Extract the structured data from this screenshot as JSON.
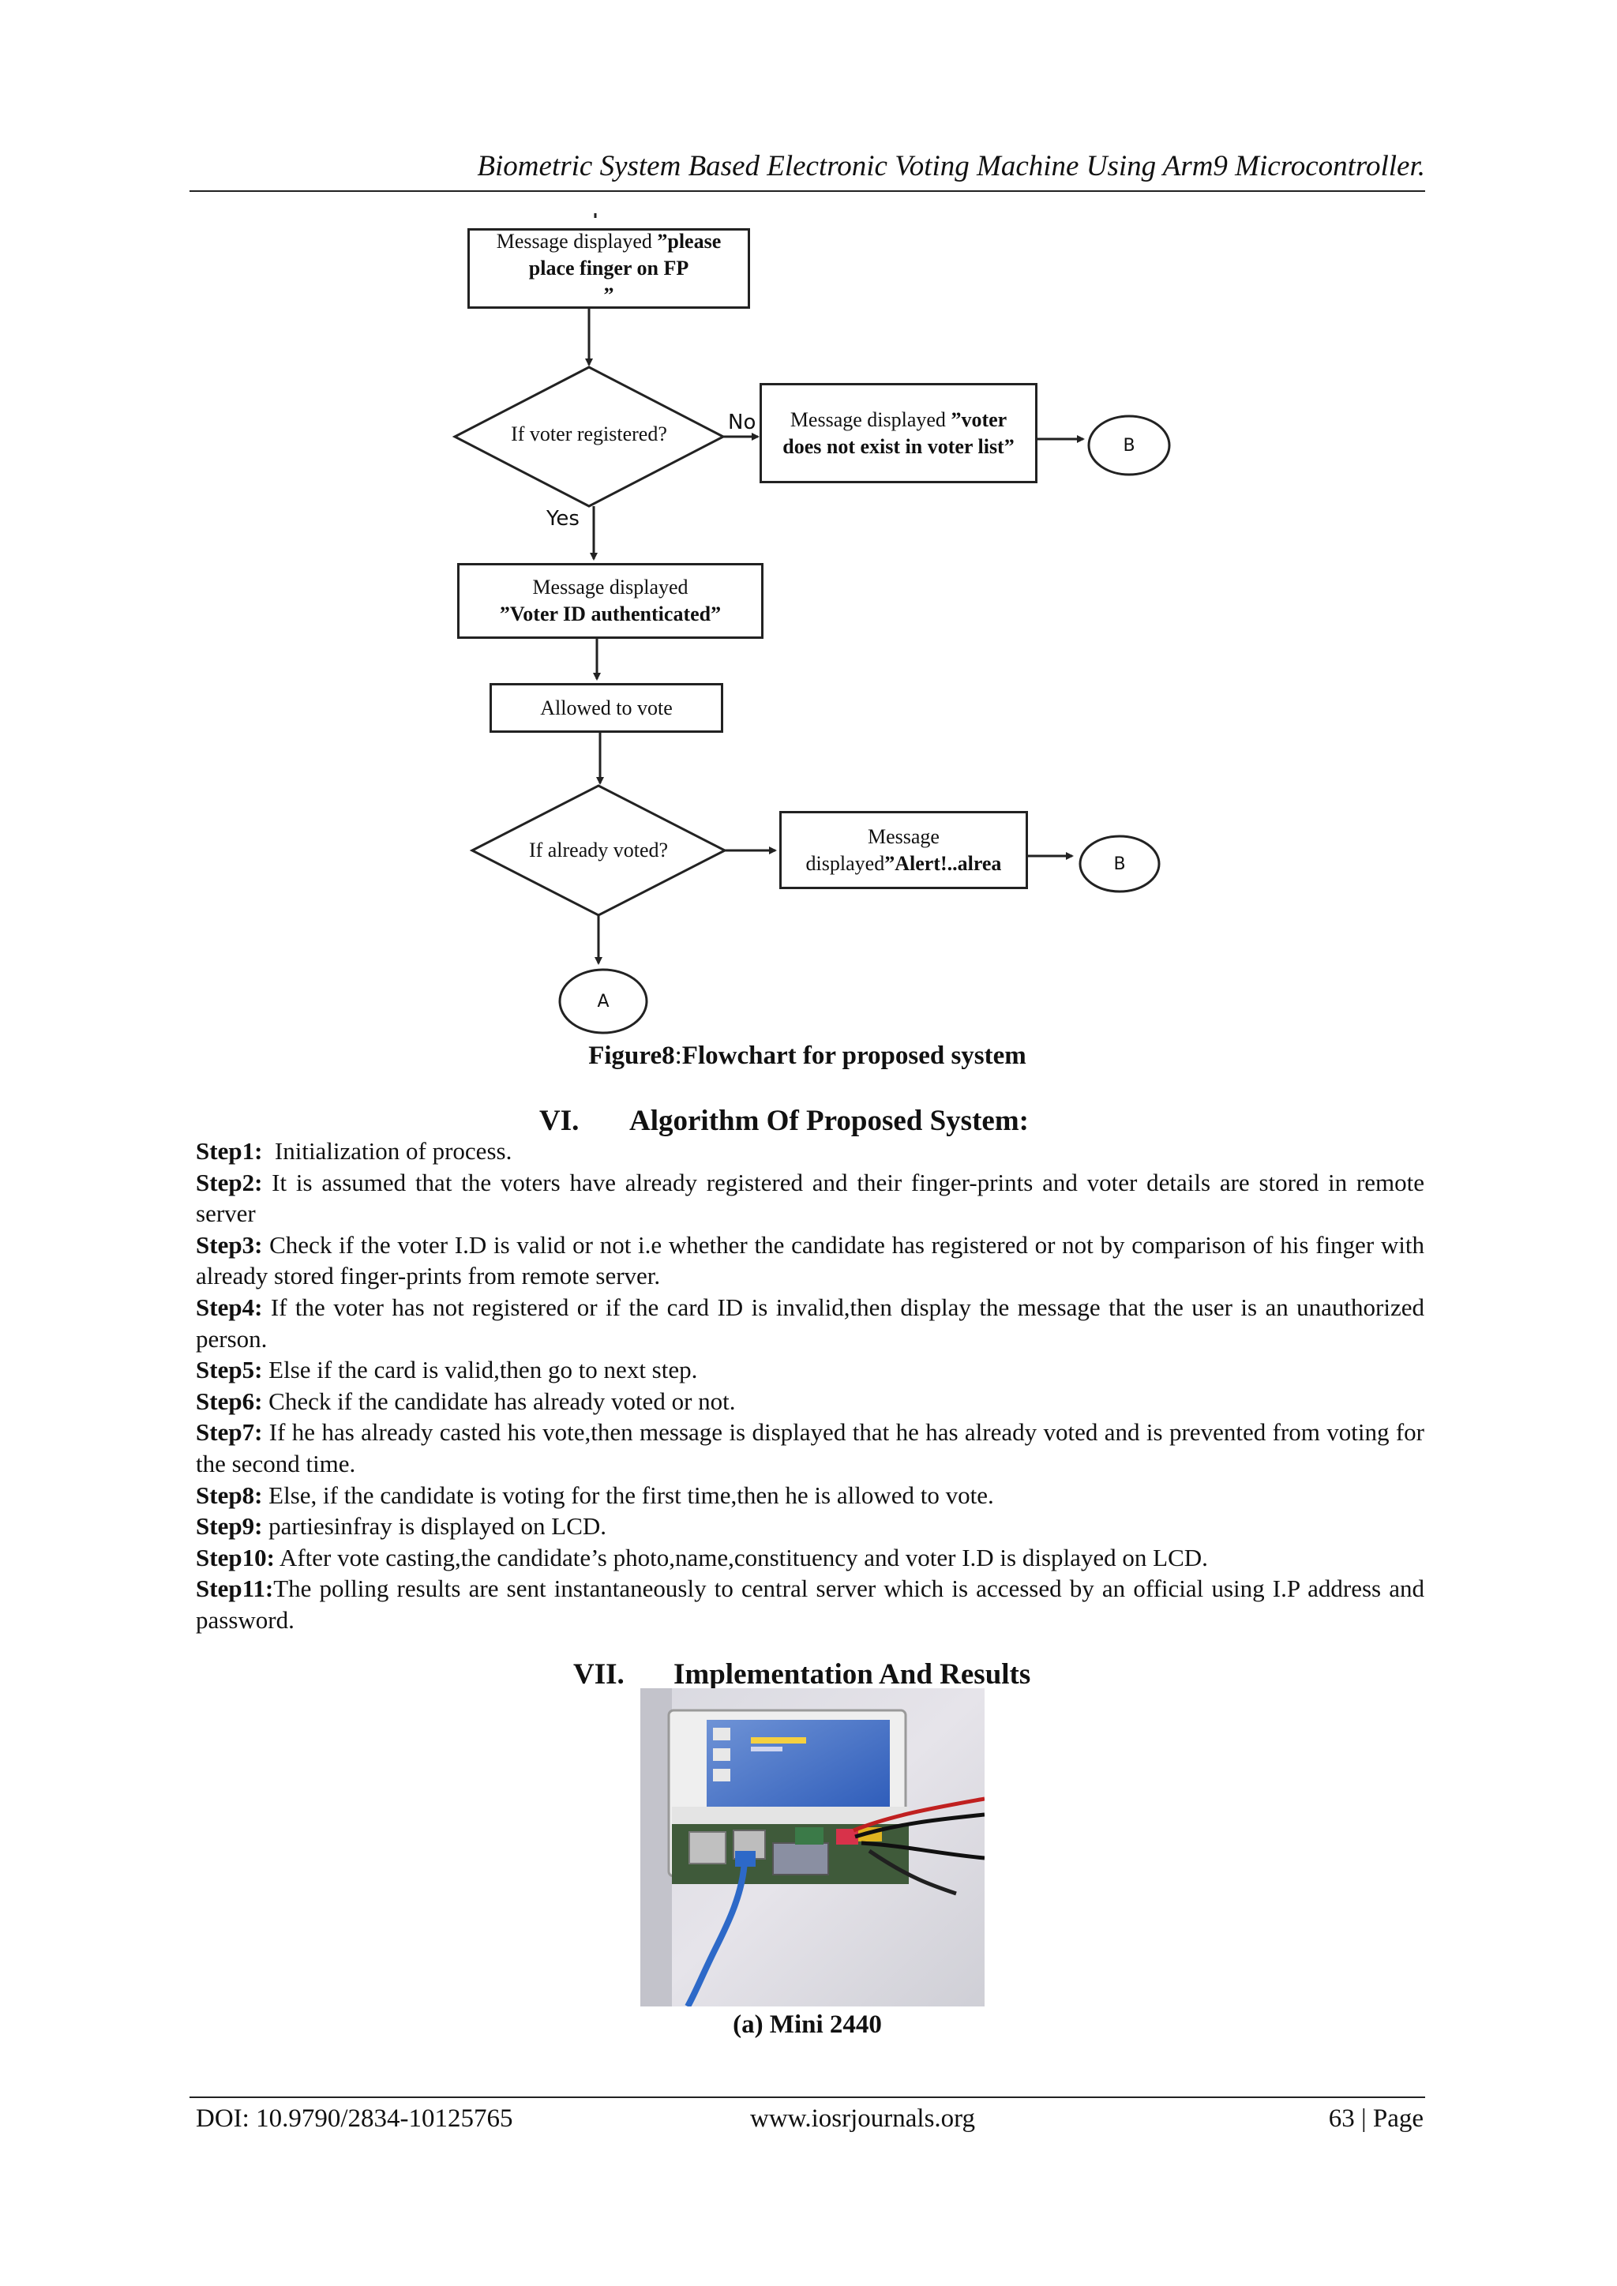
{
  "header": {
    "running_title": "Biometric System Based Electronic Voting Machine Using Arm9 Microcontroller."
  },
  "flowchart": {
    "box_place_finger": {
      "normal": "Message displayed ",
      "bold": "”please place finger on FP",
      "tail": "”"
    },
    "decision_registered": "If voter registered?",
    "label_no": "No",
    "label_yes": "Yes",
    "box_not_exist": {
      "normal": "Message displayed ",
      "bold": "”voter does not exist in voter list”"
    },
    "connector_b1": "B",
    "box_authenticated": {
      "normal": "Message displayed",
      "bold": "”Voter ID authenticated”"
    },
    "box_allowed": "Allowed to vote",
    "decision_voted": "If already voted?",
    "box_alert": {
      "normal_line1": "Message",
      "normal_line2": "displayed",
      "bold": "”Alert!..alrea"
    },
    "connector_b2": "B",
    "connector_a": "A"
  },
  "figure8_caption": {
    "number": "Figure8",
    "sep": ":",
    "title": "Flowchart for proposed system"
  },
  "section6": {
    "number": "VI.",
    "title": "Algorithm Of Proposed System:"
  },
  "steps": [
    {
      "label": "Step1:",
      "text": "  Initialization of process."
    },
    {
      "label": "Step2:",
      "text": " It is assumed that the voters have already registered and their finger-prints and voter details are stored in remote server"
    },
    {
      "label": "Step3:",
      "text": " Check if the voter I.D is valid or not i.e whether the candidate has registered or not by comparison of his finger with already stored finger-prints from remote server."
    },
    {
      "label": "Step4:",
      "text": " If the voter has not registered or if the card ID is invalid,then display the message that the user is an unauthorized person."
    },
    {
      "label": "Step5:",
      "text": " Else if the card is valid,then go to next step."
    },
    {
      "label": "Step6:",
      "text": " Check if the candidate has already voted or not."
    },
    {
      "label": "Step7:",
      "text": " If he has already casted his vote,then message is displayed that he has already voted and  is prevented from voting for the second time."
    },
    {
      "label": "Step8:",
      "text": " Else, if the candidate is voting for the first time,then he is allowed to vote."
    },
    {
      "label": "Step9:",
      "text": " partiesinfray is displayed on LCD."
    },
    {
      "label": "Step10:",
      "text": " After vote casting,the candidate’s photo,name,constituency and voter I.D is displayed on LCD."
    },
    {
      "label": "Step11:",
      "text": "The polling results are sent instantaneously to central server which is accessed by an official using I.P address and password."
    }
  ],
  "section7": {
    "number": "VII.",
    "title": "Implementation And Results"
  },
  "photo_caption": "(a) Mini 2440",
  "footer": {
    "doi": "DOI: 10.9790/2834-10125765",
    "url": "www.iosrjournals.org",
    "page": "63 | Page"
  }
}
